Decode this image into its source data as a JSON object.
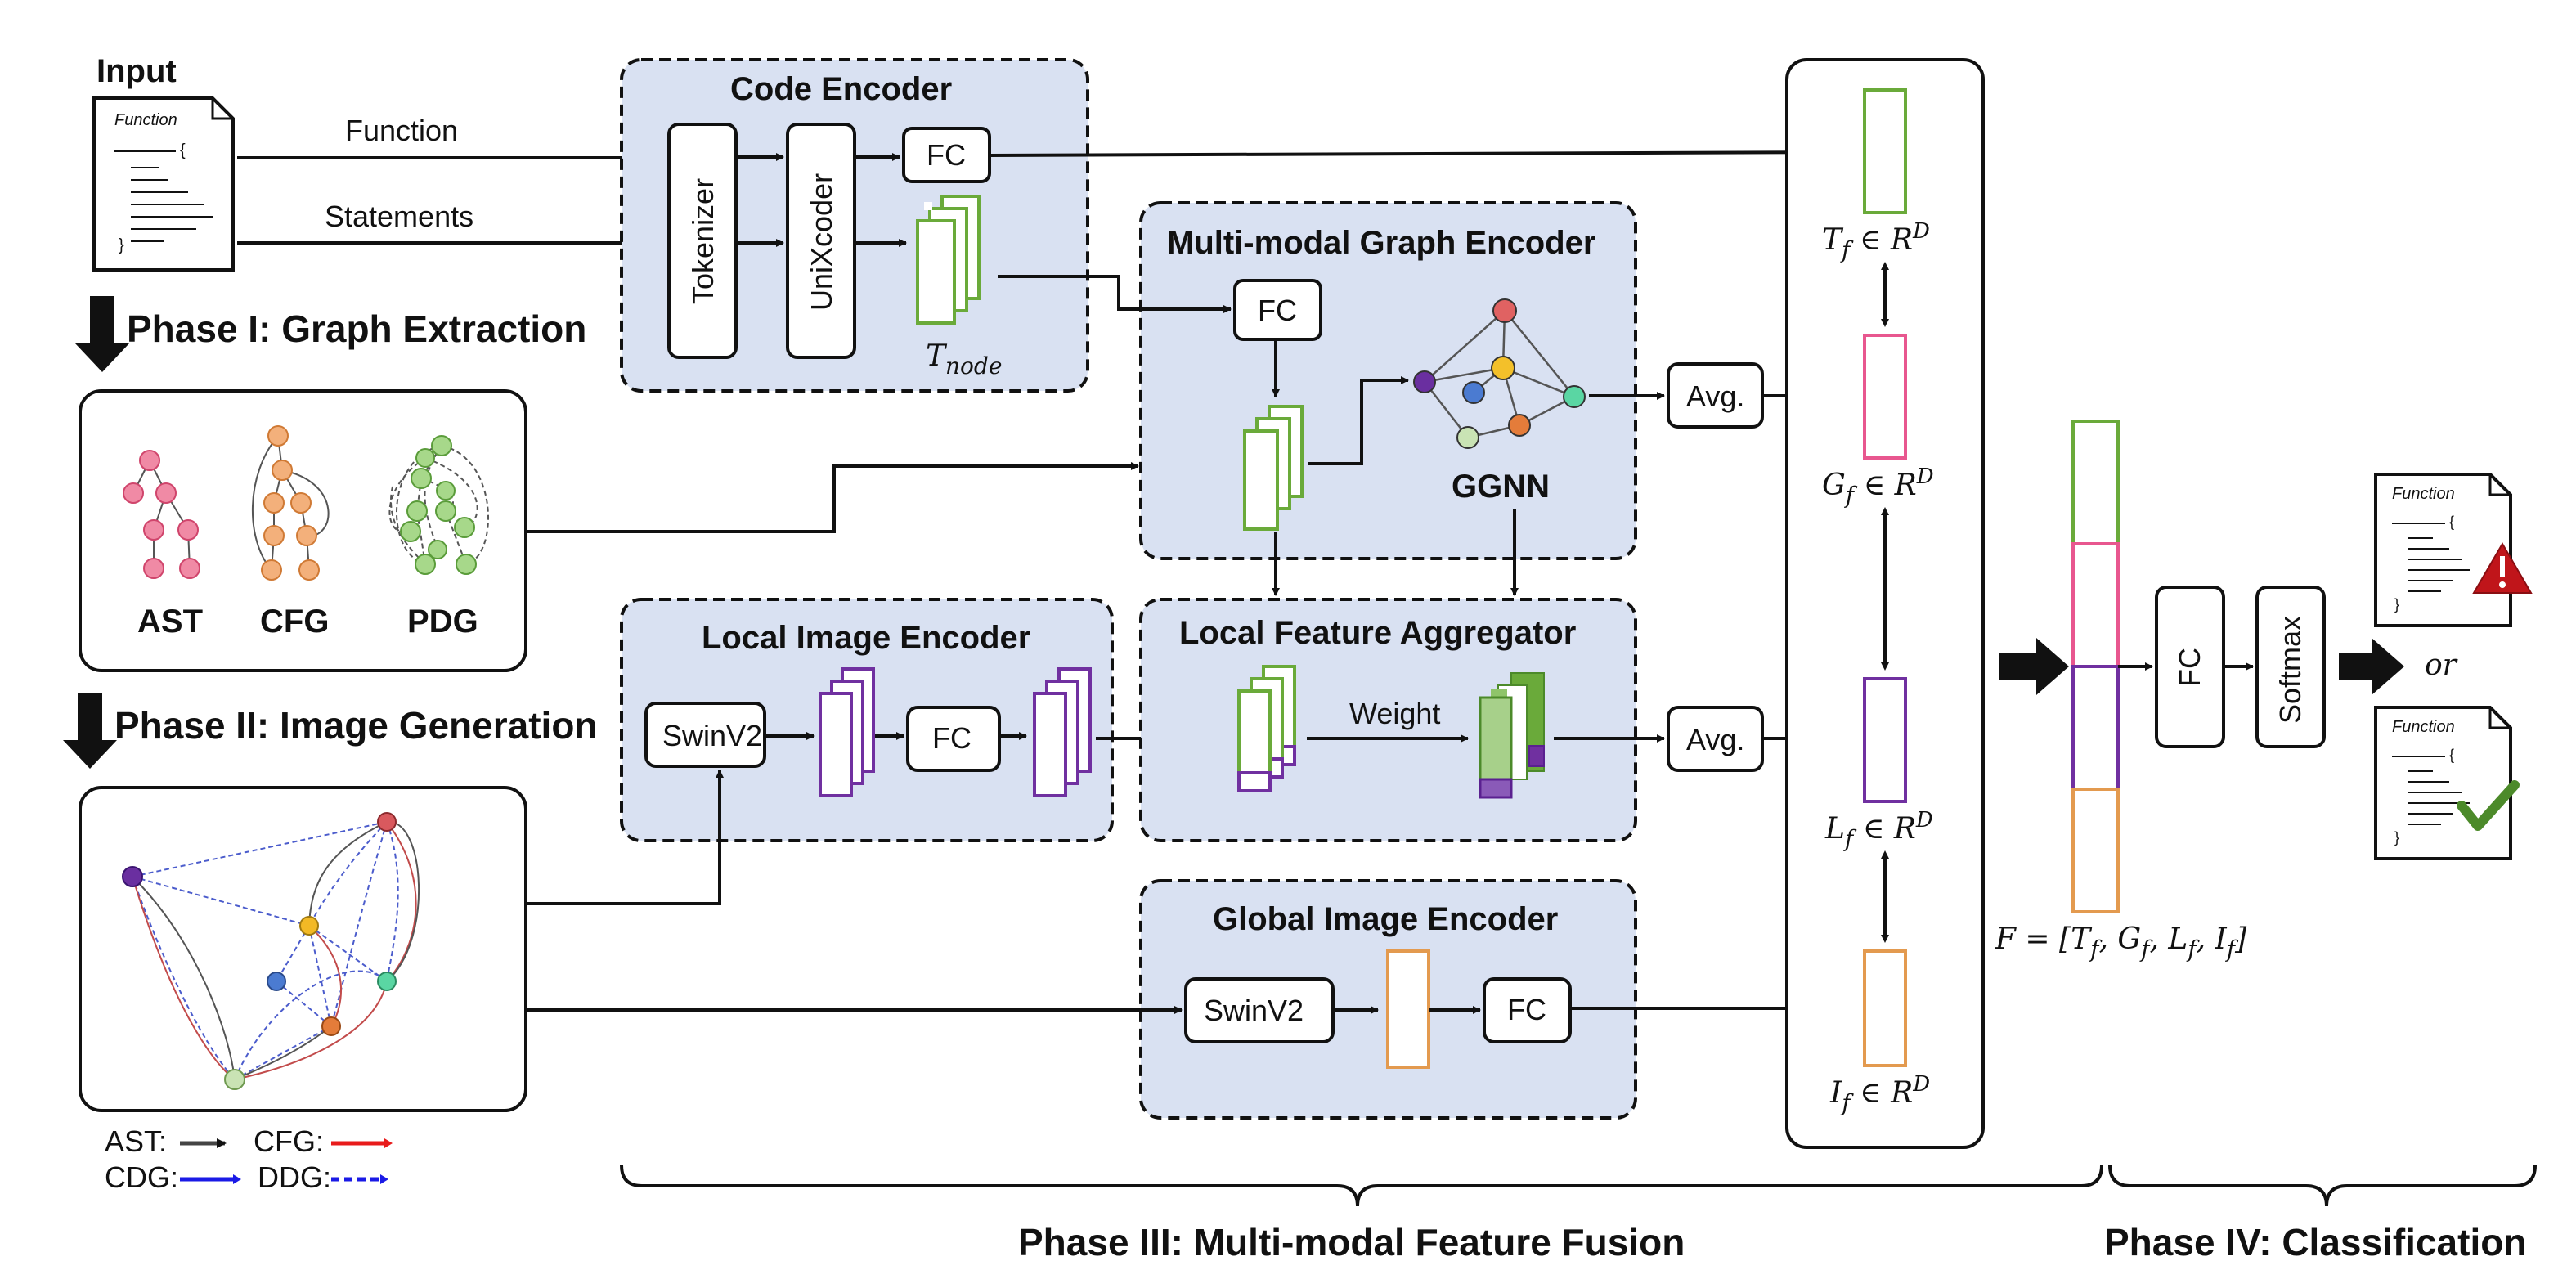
{
  "input": {
    "title": "Input",
    "doc_title": "Function",
    "doc_brace_open": "{",
    "doc_brace_close": "}",
    "function_label": "Function",
    "statements_label": "Statements"
  },
  "phases": {
    "phase1": "Phase I: Graph Extraction",
    "phase2": "Phase II: Image Generation",
    "phase3": "Phase III: Multi-modal Feature Fusion",
    "phase4": "Phase IV: Classification"
  },
  "graph_extraction": {
    "ast": "AST",
    "cfg": "CFG",
    "pdg": "PDG"
  },
  "legend": {
    "ast": "AST:",
    "cfg": "CFG:",
    "cdg": "CDG:",
    "ddg": "DDG:",
    "colors": {
      "ast": "#444444",
      "cfg": "#e81b1b",
      "cdg": "#1a1ae6",
      "ddg": "#1a1ae6"
    }
  },
  "code_encoder": {
    "title": "Code Encoder",
    "tokenizer": "Tokenizer",
    "unixcoder": "UniXcoder",
    "fc": "FC",
    "t_node_base": "T",
    "t_node_sub": "node"
  },
  "graph_encoder": {
    "title": "Multi-modal Graph Encoder",
    "fc": "FC",
    "ggnn": "GGNN"
  },
  "local_image_encoder": {
    "title": "Local Image Encoder",
    "swin": "SwinV2",
    "fc": "FC"
  },
  "local_feature_aggregator": {
    "title": "Local Feature Aggregator",
    "weight": "Weight"
  },
  "global_image_encoder": {
    "title": "Global Image Encoder",
    "swin": "SwinV2",
    "fc": "FC"
  },
  "avg": {
    "label": "Avg."
  },
  "features": {
    "tf": "T",
    "tf_sub": "f",
    "gf": "G",
    "gf_sub": "f",
    "lf": "L",
    "lf_sub": "f",
    "if": "I",
    "if_sub": "f",
    "in_r": " ∈ R",
    "sup_d": "D",
    "fused": "F = [T",
    "fused_sub1": "f",
    "fused_g": ", G",
    "fused_sub2": "f",
    "fused_l": ", L",
    "fused_sub3": "f",
    "fused_i": ", I",
    "fused_sub4": "f",
    "fused_end": "]"
  },
  "classifier": {
    "fc": "FC",
    "softmax": "Softmax",
    "or": "or",
    "doc_title": "Function",
    "doc_brace_open": "{",
    "doc_brace_close": "}"
  },
  "colors": {
    "encoder_fill": "#d9e1f2",
    "green": "#6aaa3a",
    "pink": "#e8578f",
    "purple": "#7030a0",
    "orange": "#e39a4f",
    "warning_red": "#c0151a",
    "check_green": "#4c8a2a"
  }
}
